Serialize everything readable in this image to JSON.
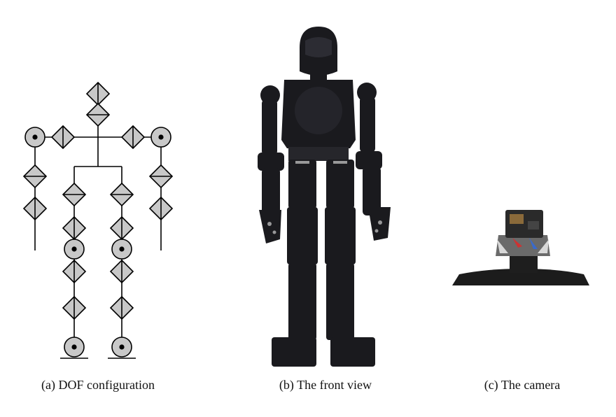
{
  "figure": {
    "panels": [
      {
        "id": "a",
        "caption": "(a) DOF configuration"
      },
      {
        "id": "b",
        "caption": "(b) The front view"
      },
      {
        "id": "c",
        "caption": "(c) The camera"
      }
    ],
    "colors": {
      "joint_fill": "#c8c8c8",
      "line": "#000000",
      "robot_body": "#1a1a1e",
      "robot_highlight": "#2c2c33"
    }
  }
}
